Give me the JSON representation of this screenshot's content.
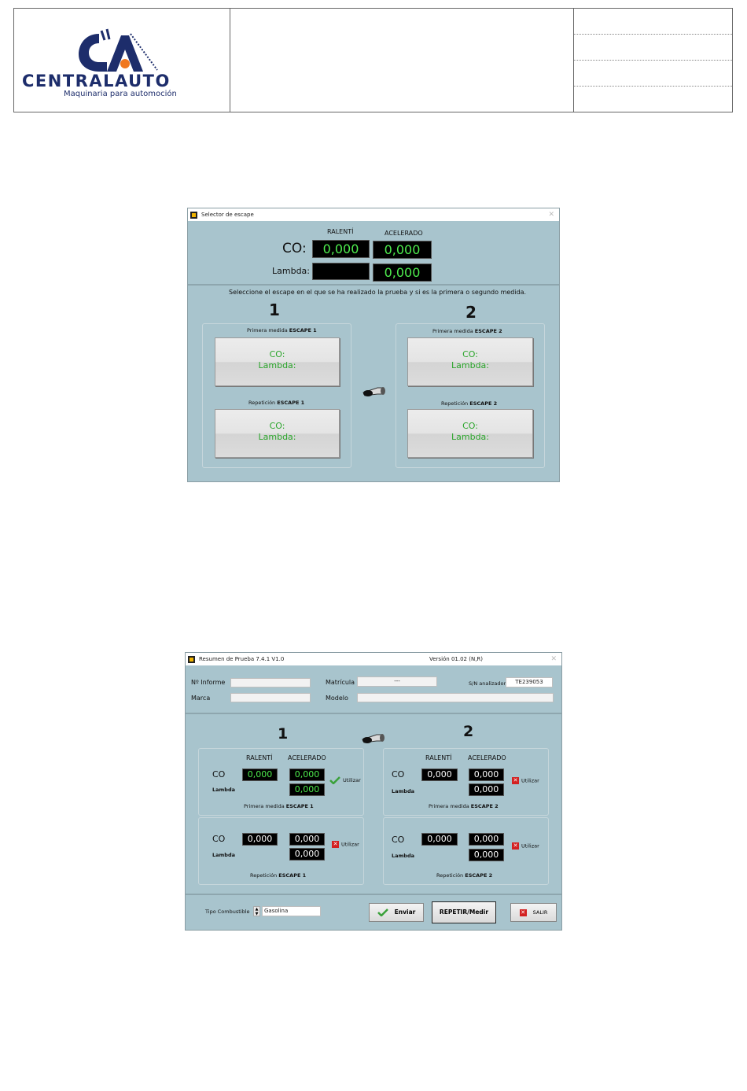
{
  "header": {
    "logo_text": "CENTRALAUTO",
    "logo_subtitle": "Maquinaria para automoción"
  },
  "selector": {
    "title": "Selector de escape",
    "col_idle": "RALENTÍ",
    "col_accel": "ACELERADO",
    "co_label": "CO:",
    "lambda_label": "Lambda:",
    "co_idle": "0,000",
    "co_accel": "0,000",
    "lambda_idle": "",
    "lambda_accel": "0,000",
    "instruction": "Seleccione el escape en el que se ha realizado la prueba y si es la primera o segundo medida.",
    "exhaust1_num": "1",
    "exhaust2_num": "2",
    "first_1_prefix": "Primera medida",
    "first_1_bold": "ESCAPE 1",
    "repeat_1_prefix": "Repetición",
    "repeat_1_bold": "ESCAPE 1",
    "first_2_prefix": "Primera medida",
    "first_2_bold": "ESCAPE 2",
    "repeat_2_prefix": "Repetición",
    "repeat_2_bold": "ESCAPE 2",
    "btn_co": "CO:",
    "btn_lambda": "Lambda:"
  },
  "summary": {
    "title": "Resumen de Prueba   7.4.1  V1.0",
    "version": "Versión 01.02 (N,R)",
    "informe_label": "Nº Informe",
    "informe_value": "",
    "matricula_label": "Matrícula",
    "matricula_value": "---",
    "sn_label": "S/N analizador",
    "sn_value": "TE239053",
    "marca_label": "Marca",
    "marca_value": "",
    "modelo_label": "Modelo",
    "modelo_value": "",
    "exhaust1_num": "1",
    "exhaust2_num": "2",
    "col_idle": "RALENTÍ",
    "col_accel": "ACELERADO",
    "co_label": "CO",
    "lambda_label": "Lambda",
    "use_label": "Utilizar",
    "p1": {
      "co_idle": "0,000",
      "co_accel": "0,000",
      "lambda_accel": "0,000",
      "caption_prefix": "Primera medida",
      "caption_bold": "ESCAPE 1"
    },
    "p2": {
      "co_idle": "0,000",
      "co_accel": "0,000",
      "lambda_accel": "0,000",
      "caption_prefix": "Primera medida",
      "caption_bold": "ESCAPE 2"
    },
    "r1": {
      "co_idle": "0,000",
      "co_accel": "0,000",
      "lambda_accel": "0,000",
      "caption_prefix": "Repetición",
      "caption_bold": "ESCAPE 1"
    },
    "r2": {
      "co_idle": "0,000",
      "co_accel": "0,000",
      "lambda_accel": "0,000",
      "caption_prefix": "Repetición",
      "caption_bold": "ESCAPE 2"
    },
    "fuel_label": "Tipo Combustible",
    "fuel_value": "Gasolina",
    "send_label": "Enviar",
    "repeat_label": "REPETIR/Medir",
    "exit_label": "SALIR"
  },
  "colors": {
    "panel": "#a8c4cd",
    "lcd_green": "#4eed4e",
    "exit_red": "#d32121",
    "check_green": "#3aa13a"
  }
}
